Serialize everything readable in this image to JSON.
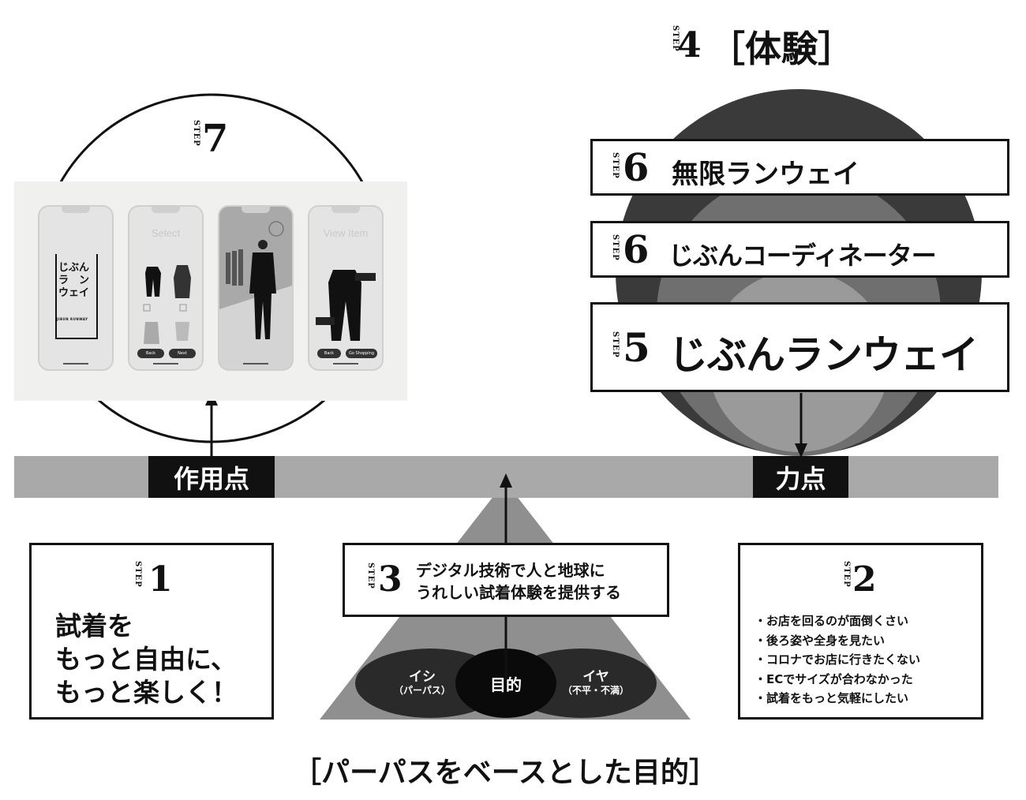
{
  "step4": {
    "tag": "STEP",
    "num": "4",
    "title": "［体験］"
  },
  "step7": {
    "tag": "STEP",
    "num": "7"
  },
  "app": {
    "logo_text": "じぶん\nラ　ン\nウェイ",
    "logo_sub": "JIBUN RUNWAY",
    "screen2_title": "Select",
    "screen4_title": "View Item",
    "back_label": "Back",
    "next_label": "Next",
    "shopping_label": "Go Shopping"
  },
  "boxes": {
    "b6a": {
      "tag": "STEP",
      "num": "6",
      "text": "無限ランウェイ"
    },
    "b6b": {
      "tag": "STEP",
      "num": "6",
      "text": "じぶんコーディネーター"
    },
    "b5": {
      "tag": "STEP",
      "num": "5",
      "text": "じぶんランウェイ"
    }
  },
  "lever": {
    "left_label": "作用点",
    "right_label": "力点"
  },
  "step1": {
    "tag": "STEP",
    "num": "1",
    "lines": [
      "試着を",
      "もっと自由に、",
      "もっと楽しく！"
    ]
  },
  "step3": {
    "tag": "STEP",
    "num": "3",
    "lines": [
      "デジタル技術で人と地球に",
      "うれしい試着体験を提供する"
    ]
  },
  "step2": {
    "tag": "STEP",
    "num": "2",
    "items": [
      "・お店を回るのが面倒くさい",
      "・後ろ姿や全身を見たい",
      "・コロナでお店に行きたくない",
      "・ECでサイズが合わなかった",
      "・試着をもっと気軽にしたい"
    ]
  },
  "venn": {
    "left_title": "イシ",
    "left_sub": "（パーパス）",
    "center": "目的",
    "right_title": "イヤ",
    "right_sub": "（不平・不満）"
  },
  "footer": {
    "caption": "［パーパスをベースとした目的］"
  },
  "colors": {
    "black": "#111111",
    "dark_gray": "#3a3a3a",
    "mid_gray": "#6f6f6f",
    "light_gray": "#9a9a9a",
    "bar_gray": "#a9a9a9"
  }
}
